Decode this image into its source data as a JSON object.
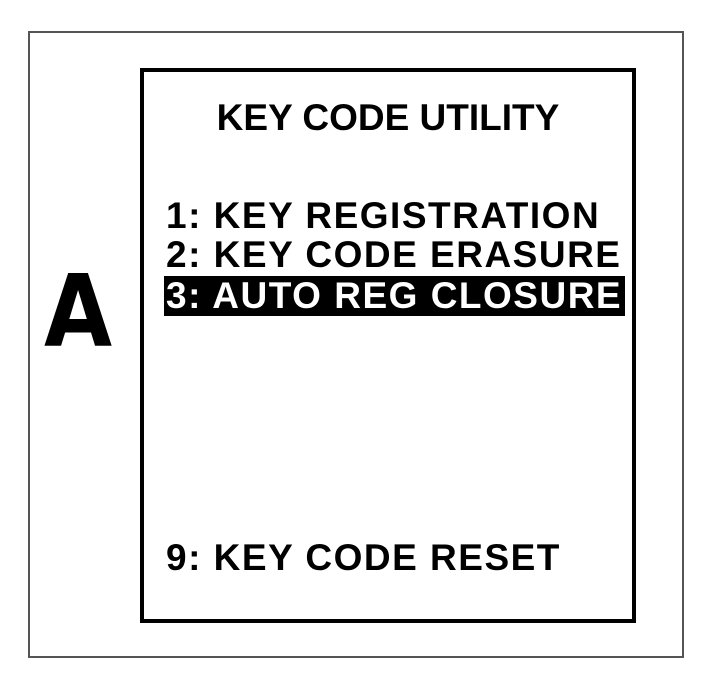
{
  "panel": {
    "label": "A"
  },
  "screen": {
    "title": "KEY CODE UTILITY",
    "menu": [
      {
        "label": "1: KEY REGISTRATION",
        "selected": false
      },
      {
        "label": "2: KEY CODE ERASURE",
        "selected": false
      },
      {
        "label": "3: AUTO REG CLOSURE",
        "selected": true
      }
    ],
    "reset_item": {
      "label": "9: KEY CODE RESET",
      "selected": false
    }
  },
  "colors": {
    "background": "#ffffff",
    "text": "#000000",
    "selection_background": "#000000",
    "selection_text": "#ffffff",
    "outer_border": "#555555"
  }
}
